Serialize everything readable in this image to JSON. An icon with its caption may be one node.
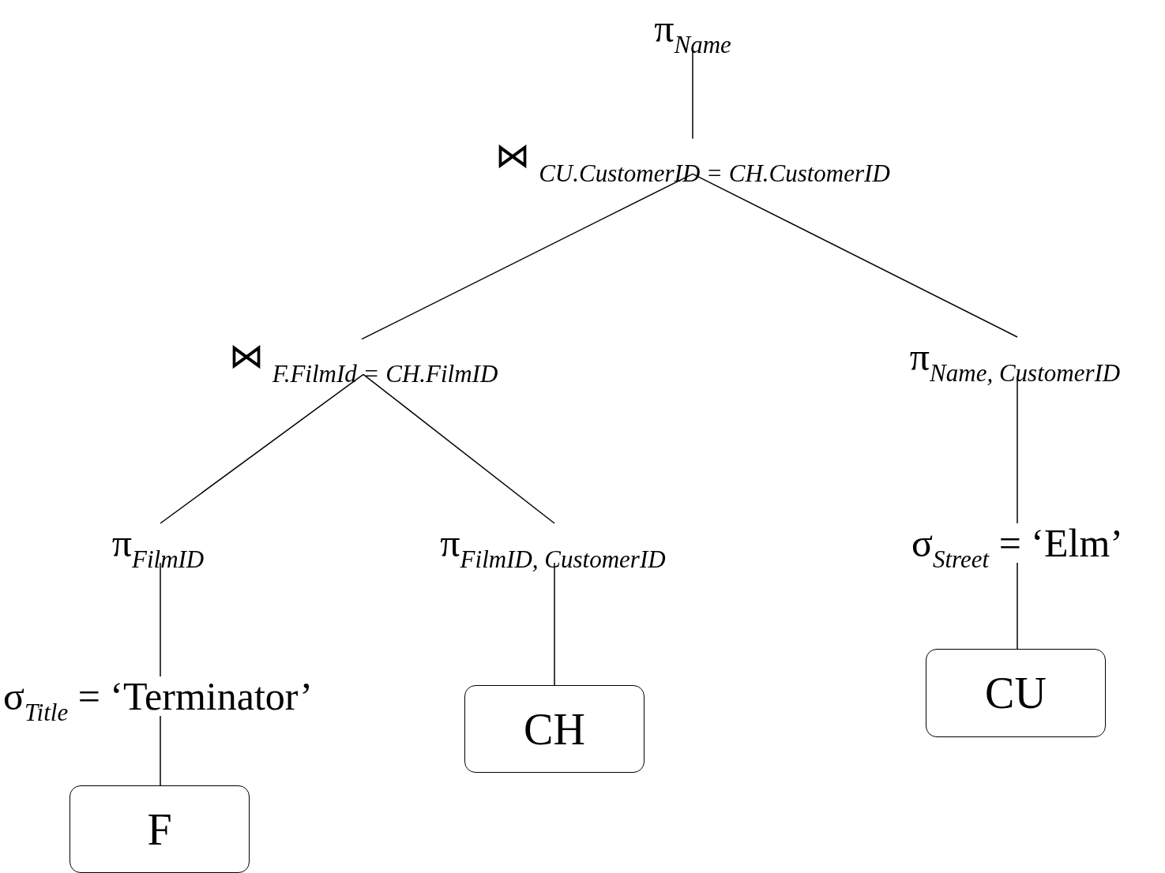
{
  "diagram": {
    "nodes": [
      {
        "text": [
          "π$_{Name}$"
        ]
      },
      {
        "text": [
          "⋈ $_{CU.CustomerID =  CH.CustomerID}$"
        ]
      },
      {
        "text": [
          "⋈ $_{F.FilmId = CH.FilmID}$"
        ]
      },
      {
        "text": [
          "π$_{Name, CustomerID}$"
        ]
      },
      {
        "text": [
          "π$_{FilmID}$"
        ]
      },
      {
        "text": [
          "π$_{FilmID, CustomerID}$"
        ]
      },
      {
        "text": [
          "σ$_{Street}$ = ‘Elm’"
        ]
      },
      {
        "text": [
          "σ$_{Title}$ = ‘Terminator’"
        ]
      },
      {
        "text": [
          "CU"
        ]
      },
      {
        "text": [
          "CH"
        ]
      },
      {
        "text": [
          "F"
        ]
      }
    ],
    "edges": [
      {
        "from": 0,
        "to": 1,
        "arrow": "none"
      },
      {
        "from": 1,
        "to": 2,
        "arrow": "none"
      },
      {
        "from": 1,
        "to": 3,
        "arrow": "none"
      },
      {
        "from": 2,
        "to": 4,
        "arrow": "none"
      },
      {
        "from": 2,
        "to": 5,
        "arrow": "none"
      },
      {
        "from": 3,
        "to": 6,
        "arrow": "none"
      },
      {
        "from": 4,
        "to": 7,
        "arrow": "none"
      },
      {
        "from": 5,
        "to": 9,
        "arrow": "none"
      },
      {
        "from": 6,
        "to": 8,
        "arrow": "none"
      },
      {
        "from": 7,
        "to": 10,
        "arrow": "none"
      }
    ]
  }
}
